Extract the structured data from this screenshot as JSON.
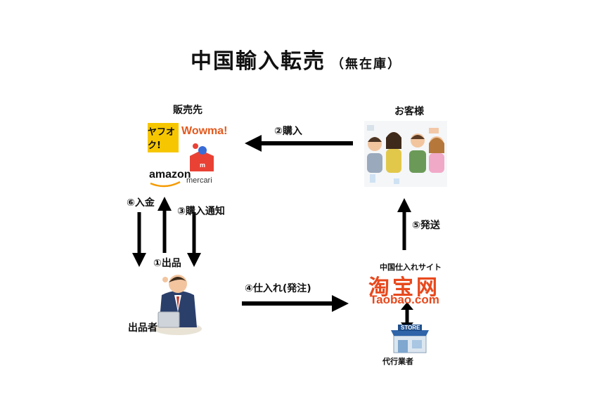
{
  "title": "中国輸入転売",
  "title_sub": "（無在庫）",
  "nodes": {
    "seller_dest": "販売先",
    "customer": "お客様",
    "exhibitor": "出品者",
    "china_site": "中国仕入れサイト",
    "taobao_cn": "淘宝网",
    "taobao_en": "Taobao.com",
    "agent": "代行業者"
  },
  "marketplaces": {
    "yahoo": "ヤフオク!",
    "wowma": "Wowma!",
    "amazon": "amazon",
    "mercari": "mercari"
  },
  "steps": {
    "s1": "①出品",
    "s2": "②購入",
    "s3": "③購入通知",
    "s4": "④仕入れ(発注)",
    "s5": "⑤発送",
    "s6": "⑥入金"
  },
  "store_sign": "STORE",
  "colors": {
    "arrow": "#000000",
    "taobao": "#e8491d"
  }
}
